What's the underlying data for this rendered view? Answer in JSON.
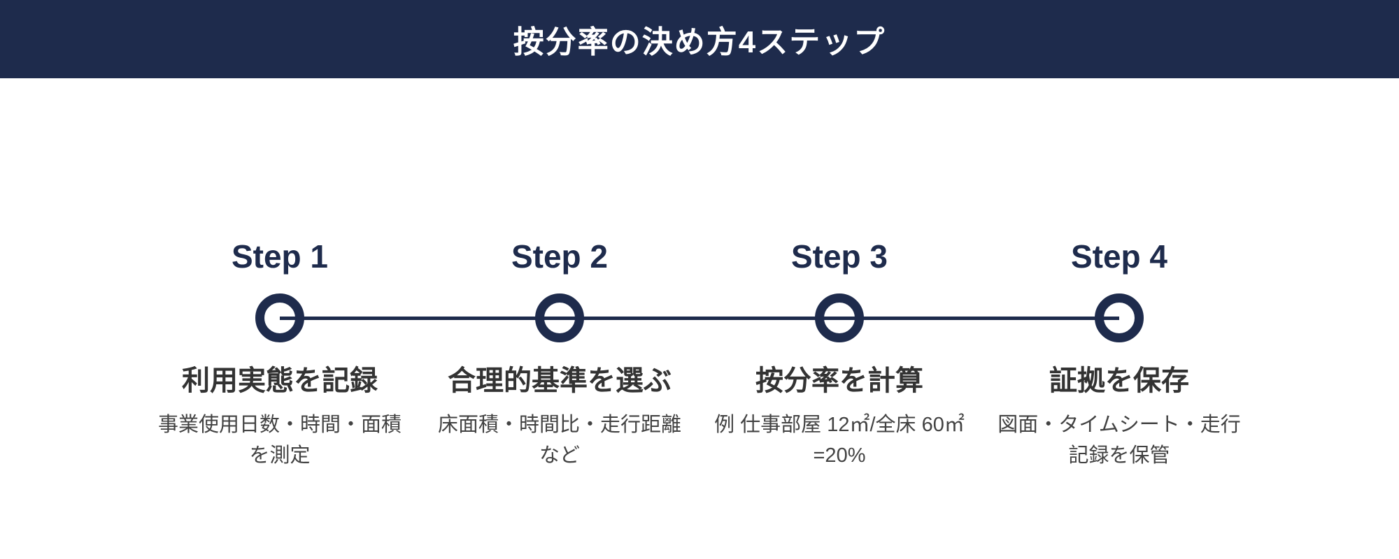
{
  "header": {
    "title": "按分率の決め方4ステップ"
  },
  "colors": {
    "navy": "#1E2B4C",
    "title_text": "#FFFFFF",
    "heading_text": "#333333",
    "desc_text": "#424242",
    "background": "#FFFFFF"
  },
  "timeline": {
    "marker_shape": "outlined-circle",
    "marker_count": 4
  },
  "steps": [
    {
      "label": "Step 1",
      "heading": "利用実態を記録",
      "desc": "事業使用日数・時間・面積\nを測定"
    },
    {
      "label": "Step 2",
      "heading": "合理的基準を選ぶ",
      "desc": "床面積・時間比・走行距離\nなど"
    },
    {
      "label": "Step 3",
      "heading": "按分率を計算",
      "desc": "例 仕事部屋 12㎡/全床 60㎡\n=20%"
    },
    {
      "label": "Step 4",
      "heading": "証拠を保存",
      "desc": "図面・タイムシート・走行\n記録を保管"
    }
  ]
}
